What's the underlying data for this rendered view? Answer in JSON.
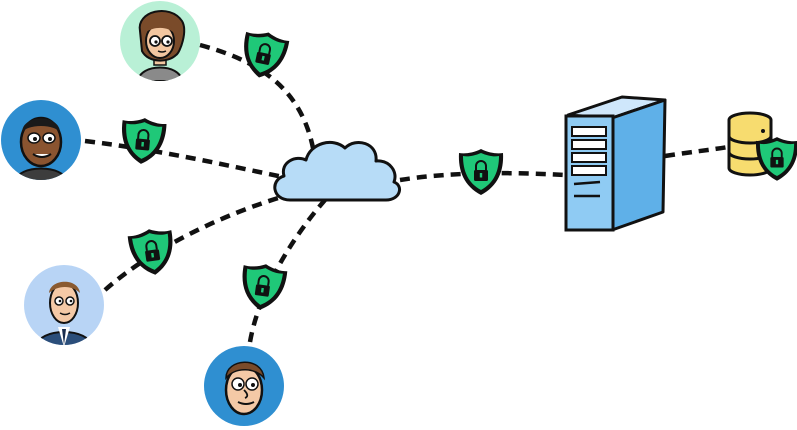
{
  "diagram": {
    "type": "secure-network-topology",
    "nodes": [
      {
        "id": "user-woman",
        "kind": "user-avatar",
        "icon": "woman-avatar-icon",
        "bg": "#b9f0d6"
      },
      {
        "id": "user-man-dark",
        "kind": "user-avatar",
        "icon": "man-avatar-icon",
        "bg": "#2f8fd1"
      },
      {
        "id": "user-man-suit",
        "kind": "user-avatar",
        "icon": "businessman-avatar-icon",
        "bg": "#b8d4f5"
      },
      {
        "id": "user-man-bottom",
        "kind": "user-avatar",
        "icon": "man-avatar-icon",
        "bg": "#2f8fd1"
      },
      {
        "id": "cloud",
        "kind": "network-cloud",
        "icon": "cloud-icon",
        "color": "#b7dcf7"
      },
      {
        "id": "server",
        "kind": "server-tower",
        "icon": "server-icon",
        "color": "#8fcbf3"
      },
      {
        "id": "database",
        "kind": "database",
        "icon": "database-icon",
        "color": "#f7dc6f"
      }
    ],
    "edges": [
      {
        "from": "user-woman",
        "to": "cloud",
        "secured": true
      },
      {
        "from": "user-man-dark",
        "to": "cloud",
        "secured": true
      },
      {
        "from": "user-man-suit",
        "to": "cloud",
        "secured": true
      },
      {
        "from": "user-man-bottom",
        "to": "cloud",
        "secured": true
      },
      {
        "from": "cloud",
        "to": "server",
        "secured": true
      },
      {
        "from": "server",
        "to": "database",
        "secured": true
      }
    ],
    "colors": {
      "shield": "#1fc878",
      "line": "#111111",
      "outline": "#111111"
    }
  }
}
